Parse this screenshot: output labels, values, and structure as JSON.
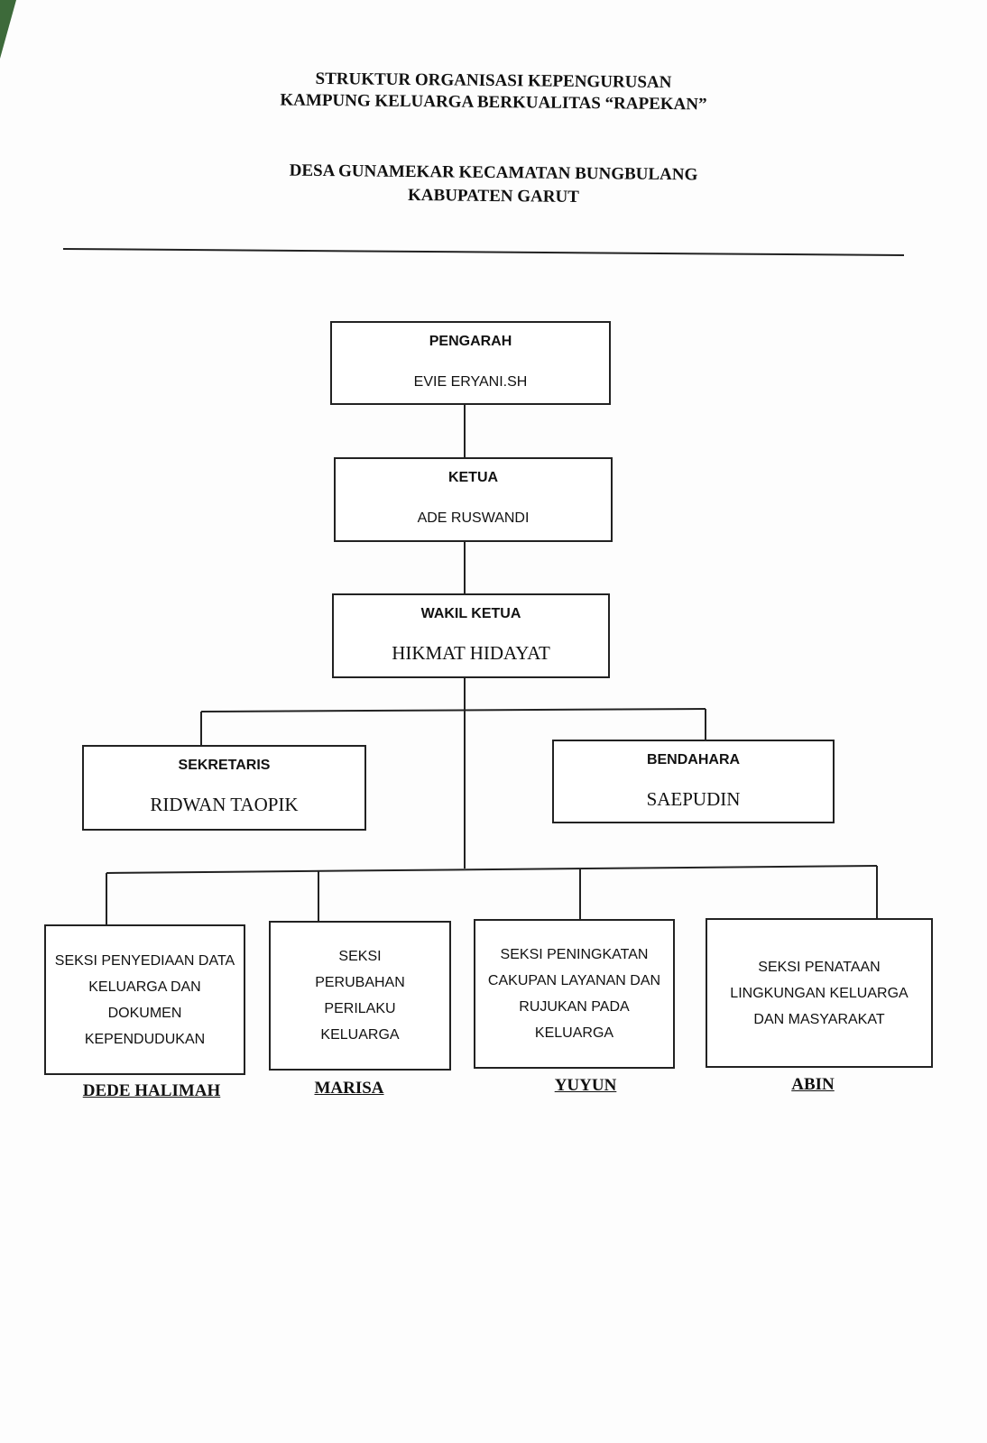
{
  "header": {
    "line1": "STRUKTUR ORGANISASI KEPENGURUSAN",
    "line2": "KAMPUNG KELUARGA BERKUALITAS “RAPEKAN”",
    "line3": "DESA GUNAMEKAR KECAMATAN BUNGBULANG",
    "line4": "KABUPATEN GARUT"
  },
  "chart": {
    "pengarah": {
      "role": "PENGARAH",
      "name": "EVIE ERYANI.SH"
    },
    "ketua": {
      "role": "KETUA",
      "name": "ADE RUSWANDI"
    },
    "wakil": {
      "role": "WAKIL KETUA",
      "name": "HIKMAT HIDAYAT"
    },
    "sekretaris": {
      "role": "SEKRETARIS",
      "name": "RIDWAN TAOPIK"
    },
    "bendahara": {
      "role": "BENDAHARA",
      "name": "SAEPUDIN"
    },
    "seksi": [
      {
        "role": "SEKSI PENYEDIAAN DATA KELUARGA DAN DOKUMEN KEPENDUDUKAN",
        "name": "DEDE HALIMAH"
      },
      {
        "role": "SEKSI PERUBAHAN PERILAKU KELUARGA",
        "name": "MARISA"
      },
      {
        "role": "SEKSI PENINGKATAN CAKUPAN LAYANAN DAN RUJUKAN PADA KELUARGA",
        "name": "YUYUN"
      },
      {
        "role": "SEKSI PENATAAN LINGKUNGAN KELUARGA DAN MASYARAKAT",
        "name": "ABIN"
      }
    ]
  }
}
